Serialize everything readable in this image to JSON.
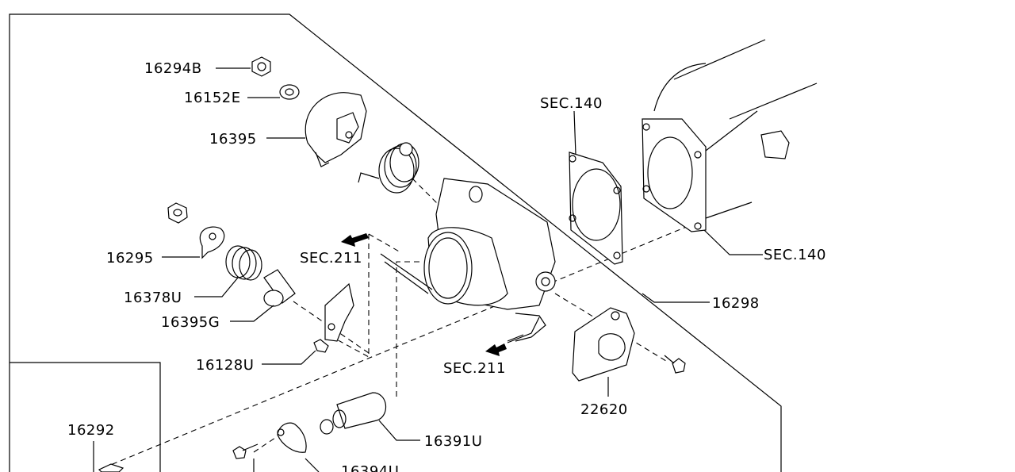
{
  "labels": {
    "p16294b": "16294B",
    "p16152e": "16152E",
    "p16395": "16395",
    "p16295": "16295",
    "p16378u": "16378U",
    "p16395g": "16395G",
    "p16128u": "16128U",
    "p16292": "16292",
    "p16391u": "16391U",
    "p16394u": "16394U",
    "p16298": "16298",
    "p22620": "22620",
    "sec211_a": "SEC.211",
    "sec211_b": "SEC.211",
    "sec140_a": "SEC.140",
    "sec140_b": "SEC.140"
  }
}
